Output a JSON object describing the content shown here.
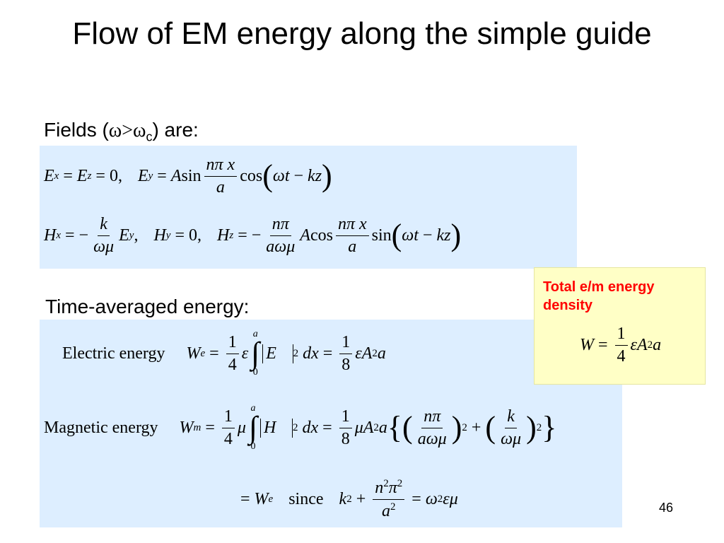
{
  "slide": {
    "title": "Flow of EM energy along the simple guide",
    "fields_label_pre": "Fields (",
    "fields_label_sym": "ω>ω",
    "fields_label_sub": "c",
    "fields_label_post": ") are:",
    "time_label": "Time-averaged energy:",
    "callout_title": "Total e/m energy density",
    "page_number": "46",
    "electric_label": "Electric energy",
    "magnetic_label": "Magnetic energy",
    "since_label": "since"
  },
  "colors": {
    "box_bg": "#ddeeff",
    "callout_bg": "#ffffc6",
    "callout_text": "#ff0000"
  }
}
